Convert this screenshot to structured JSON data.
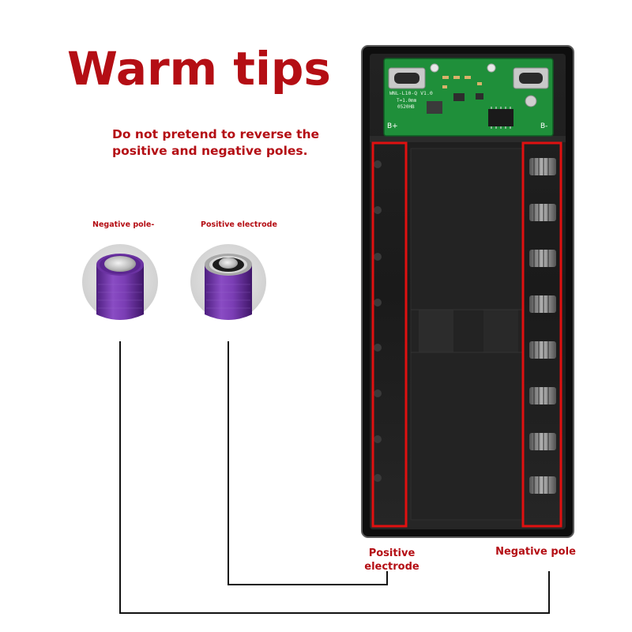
{
  "heading": "Warm tips",
  "warning": "Do not pretend to reverse the positive and negative poles.",
  "cells": {
    "negative_label": "Negative pole-",
    "positive_label": "Positive electrode"
  },
  "board": {
    "model_text": "WNL-L10-Q V1.0",
    "thickness_text": "T=1.0mm",
    "date_text": "0520HB",
    "b_plus": "B+",
    "b_minus": "B-"
  },
  "callouts": {
    "positive": "Positive electrode",
    "negative": "Negative pole"
  },
  "colors": {
    "accent_red": "#b40e14",
    "highlight_red": "#e01010",
    "battery_purple": "#7b3fb0",
    "pcb_green": "#1f8f3a",
    "case_black": "#141414"
  }
}
